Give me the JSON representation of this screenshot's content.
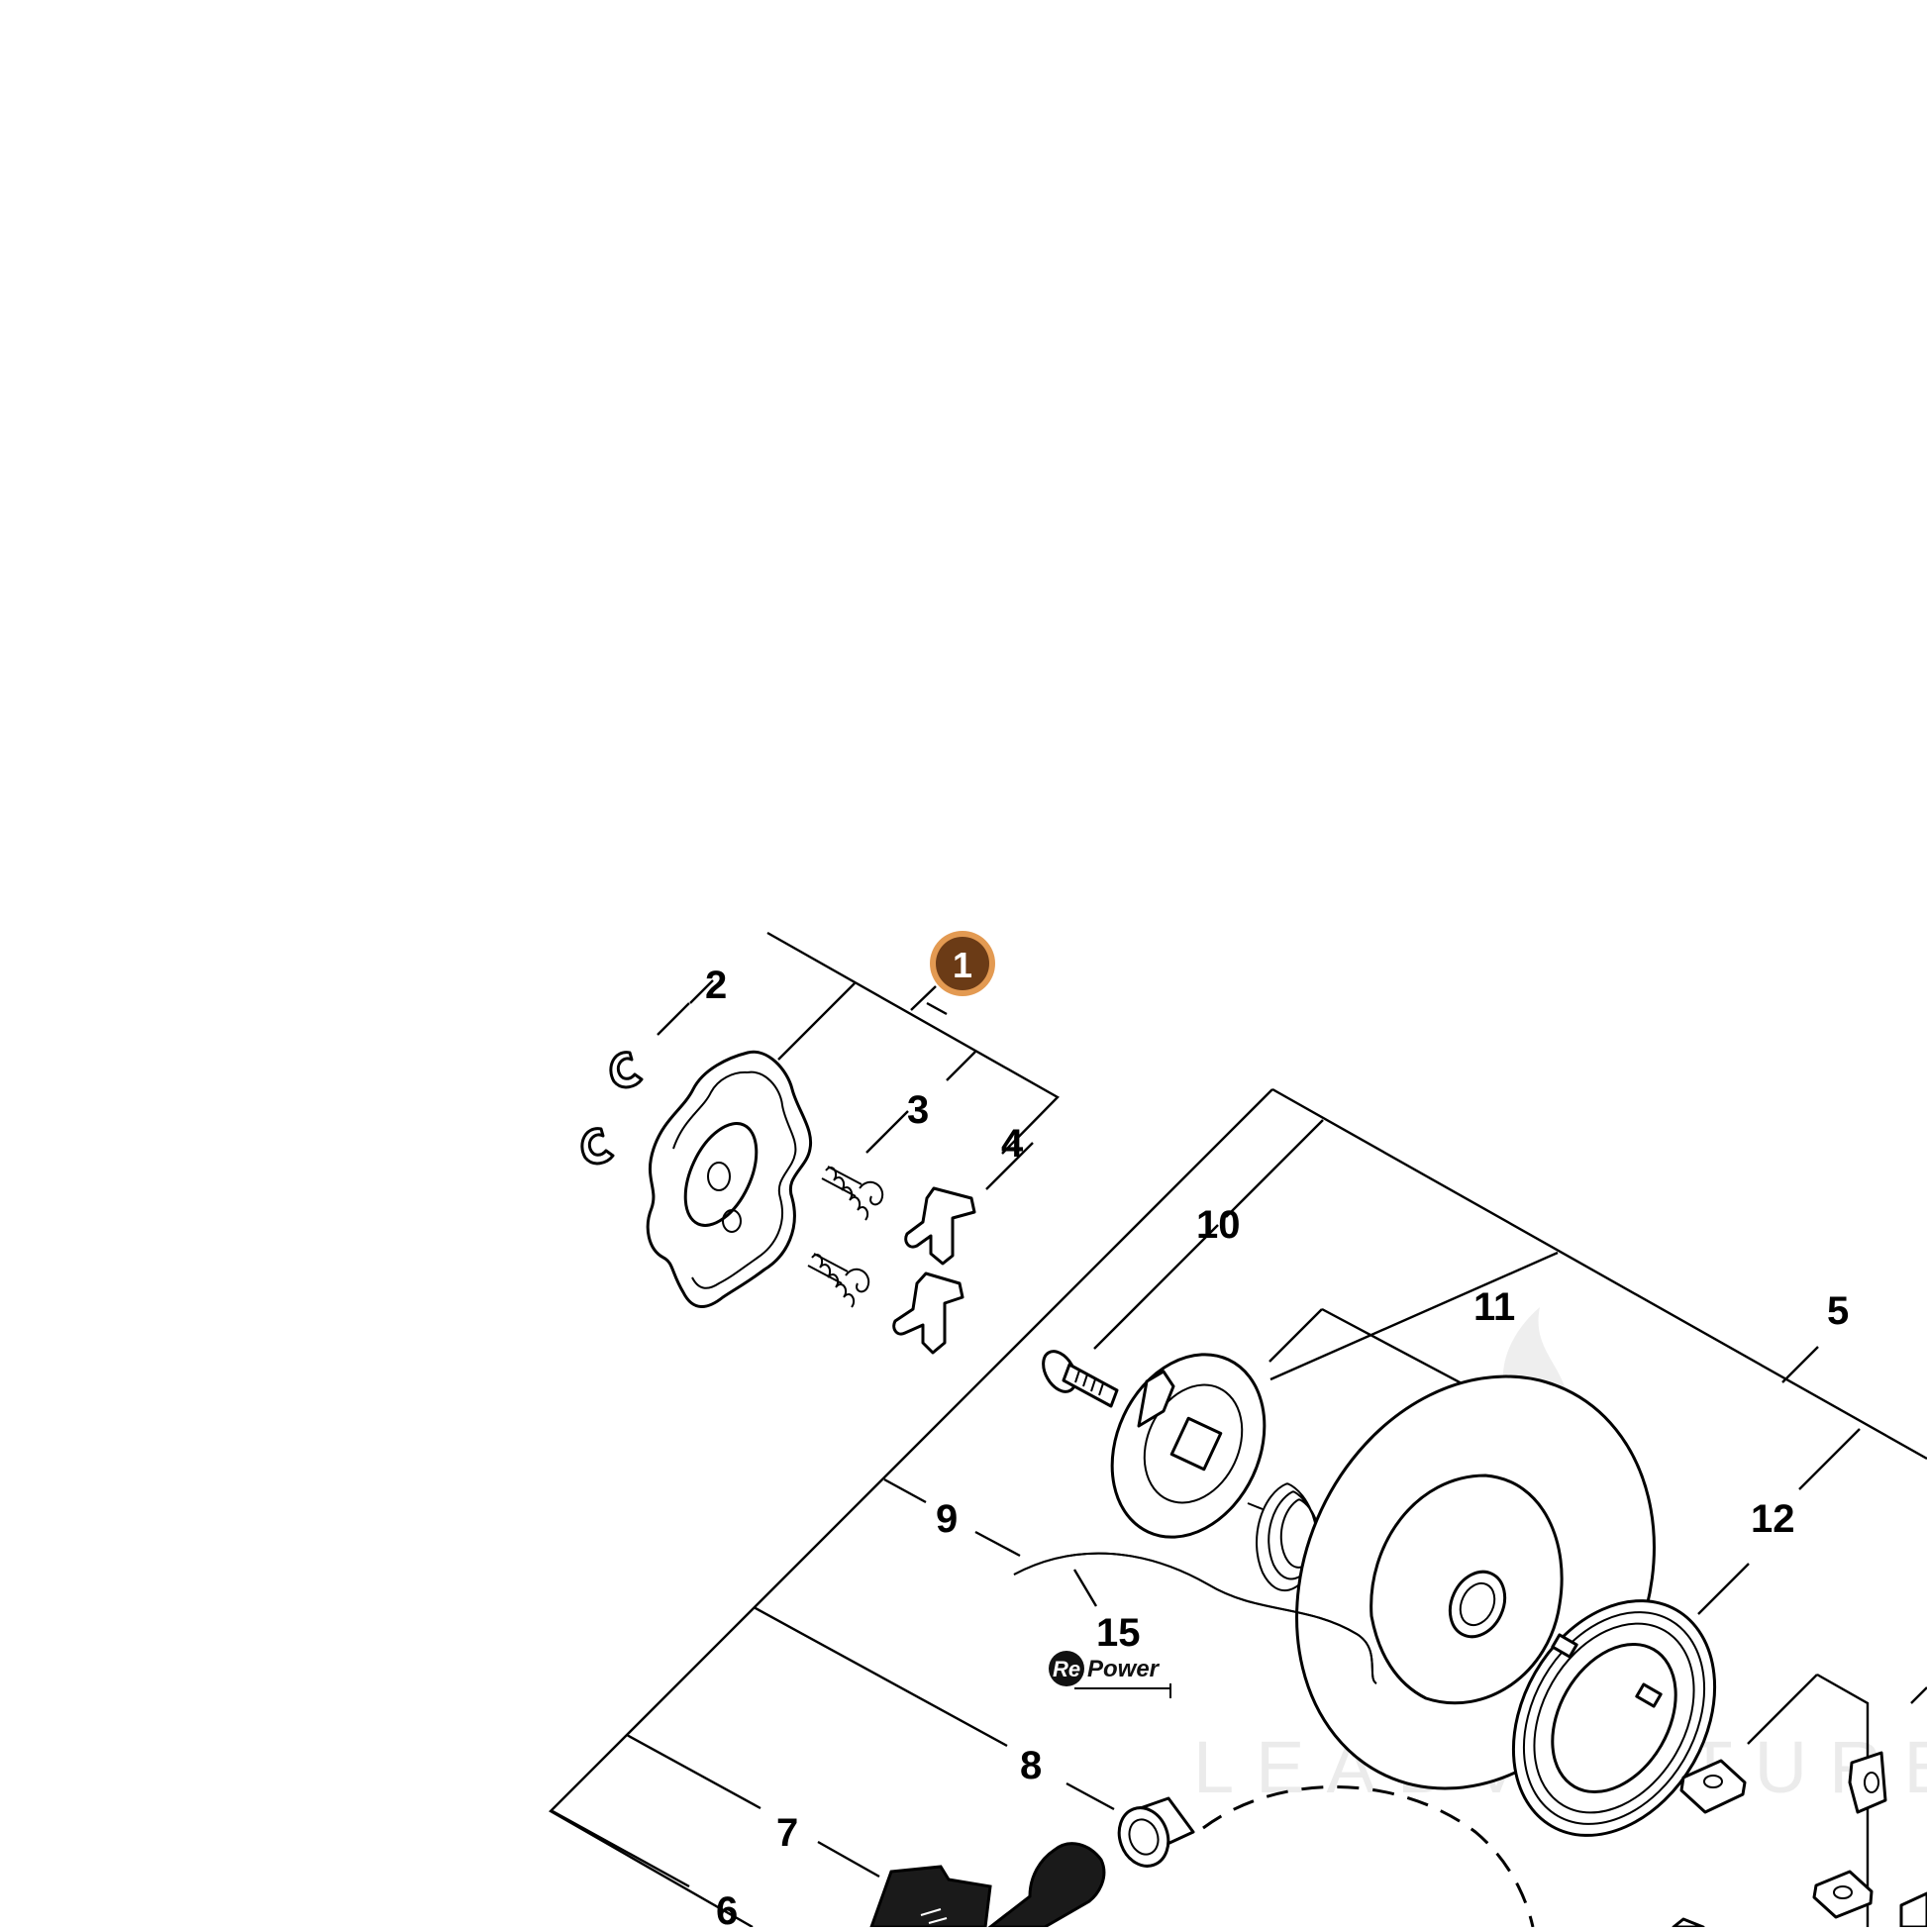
{
  "diagram": {
    "highlight_badge": "1",
    "callouts": [
      {
        "id": "2",
        "label": "2"
      },
      {
        "id": "3",
        "label": "3"
      },
      {
        "id": "4",
        "label": "4"
      },
      {
        "id": "5",
        "label": "5"
      },
      {
        "id": "6",
        "label": "6"
      },
      {
        "id": "7",
        "label": "7"
      },
      {
        "id": "8",
        "label": "8"
      },
      {
        "id": "9",
        "label": "9"
      },
      {
        "id": "10",
        "label": "10"
      },
      {
        "id": "11",
        "label": "11"
      },
      {
        "id": "12",
        "label": "12"
      },
      {
        "id": "15",
        "label": "15"
      }
    ],
    "repower_logo": {
      "prefix": "Re",
      "suffix": "Power"
    },
    "watermark": "LEADVENTURE",
    "colors": {
      "badge_fill": "#6b3b16",
      "badge_ring": "#e39a52",
      "lines": "#000000",
      "watermark": "#e9e9e9"
    }
  }
}
